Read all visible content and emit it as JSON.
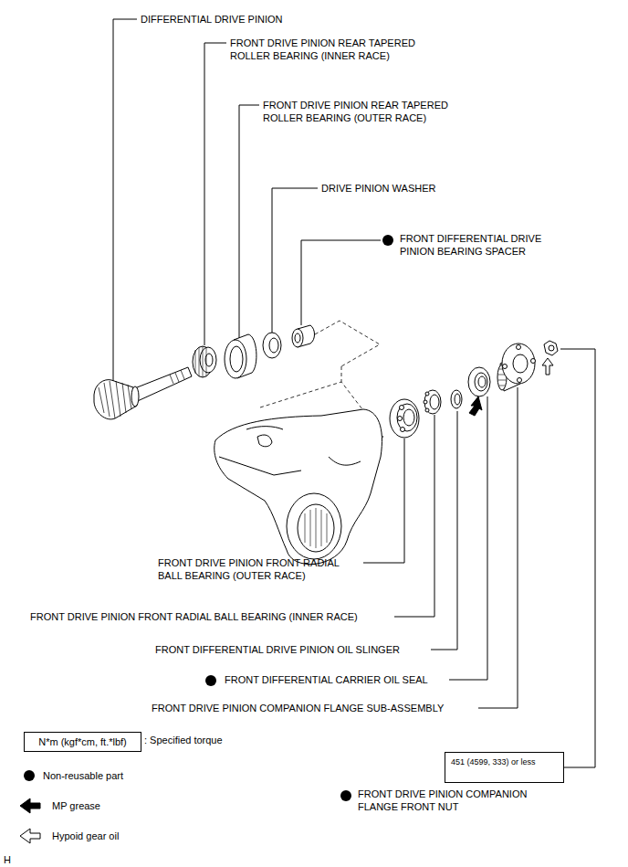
{
  "diagram": {
    "nodes": [
      {
        "text": [
          "N*m (kgf*cm, ft.*lbf)"
        ]
      },
      {
        "text": [
          "451 (4599, 333) or less"
        ]
      }
    ],
    "labels": [
      "DIFFERENTIAL DRIVE PINION",
      "FRONT DRIVE PINION REAR TAPERED ROLLER BEARING (INNER RACE)",
      "FRONT DRIVE PINION REAR TAPERED ROLLER BEARING (OUTER RACE)",
      "DRIVE PINION WASHER",
      "FRONT DIFFERENTIAL DRIVE PINION BEARING SPACER",
      "FRONT DRIVE PINION FRONT RADIAL BALL BEARING (OUTER RACE)",
      "FRONT DRIVE PINION FRONT RADIAL BALL BEARING (INNER RACE)",
      "FRONT DIFFERENTIAL DRIVE PINION OIL SLINGER",
      "FRONT DIFFERENTIAL CARRIER OIL SEAL",
      "FRONT DRIVE PINION COMPANION FLANGE SUB-ASSEMBLY",
      "FRONT DRIVE PINION COMPANION FLANGE FRONT NUT",
      "H"
    ],
    "legend": [
      {
        "text": ": Specified torque"
      },
      {
        "text": "Non-reusable part"
      },
      {
        "text": "MP grease"
      },
      {
        "text": "Hypoid gear oil"
      }
    ]
  }
}
